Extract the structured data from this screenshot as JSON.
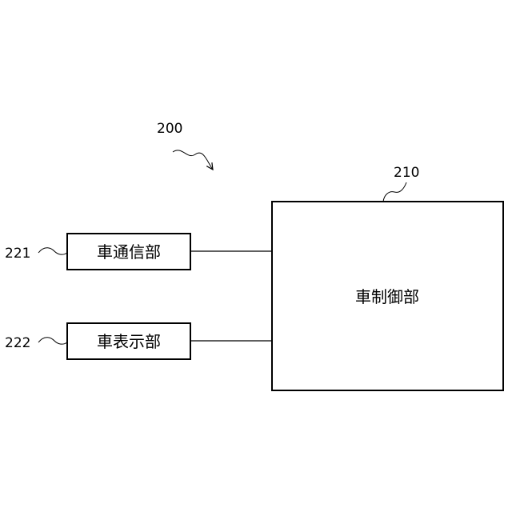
{
  "diagram": {
    "system_ref": "200",
    "control_unit": {
      "ref": "210",
      "label": "車制御部"
    },
    "communication_unit": {
      "ref": "221",
      "label": "車通信部"
    },
    "display_unit": {
      "ref": "222",
      "label": "車表示部"
    }
  }
}
